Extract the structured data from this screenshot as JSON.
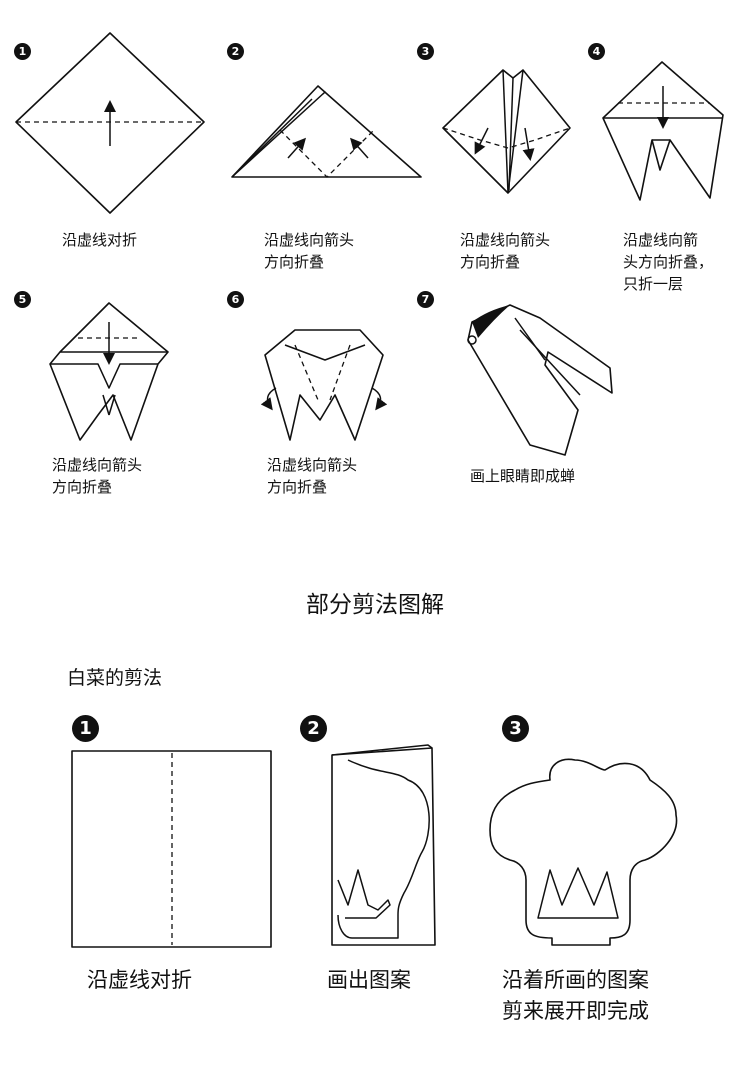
{
  "cicada_steps": [
    {
      "num": "1",
      "caption": "沿虚线对折"
    },
    {
      "num": "2",
      "caption": "沿虚线向箭头\n方向折叠"
    },
    {
      "num": "3",
      "caption": "沿虚线向箭头\n方向折叠"
    },
    {
      "num": "4",
      "caption": "沿虚线向箭\n头方向折叠，\n只折一层"
    },
    {
      "num": "5",
      "caption": "沿虚线向箭头\n方向折叠"
    },
    {
      "num": "6",
      "caption": "沿虚线向箭头\n方向折叠"
    },
    {
      "num": "7",
      "caption": "画上眼睛即成蝉"
    }
  ],
  "section_title": "部分剪法图解",
  "cabbage": {
    "title": "白菜的剪法",
    "steps": [
      {
        "num": "1",
        "caption": "沿虚线对折"
      },
      {
        "num": "2",
        "caption": "画出图案"
      },
      {
        "num": "3",
        "caption": "沿着所画的图案\n剪来展开即完成"
      }
    ]
  }
}
